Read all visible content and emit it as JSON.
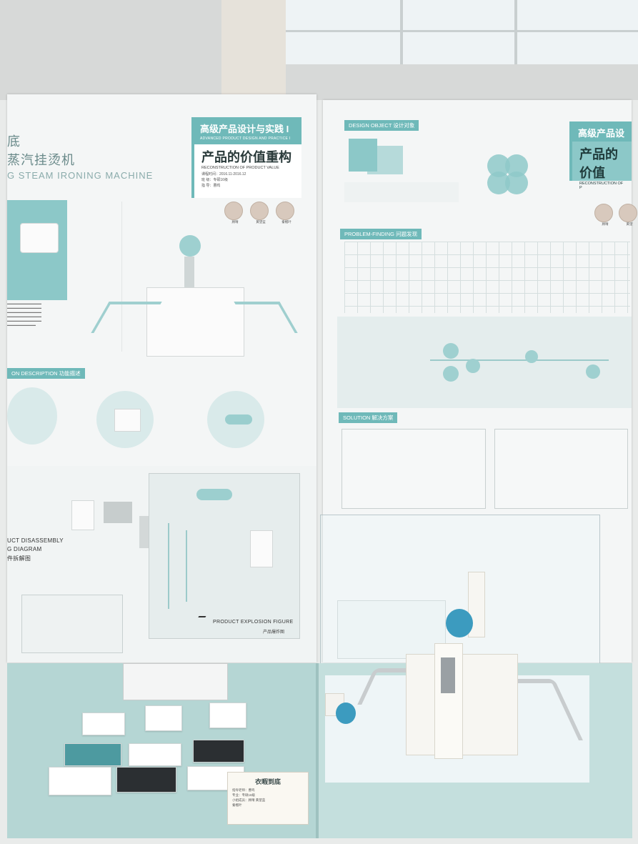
{
  "left_board": {
    "title_cn": "高级产品设计与实践 I",
    "title_en": "ADVANCED PRODUCT DESIGN AND PRACTICE I",
    "subtitle_cn": "产品的价值重构",
    "subtitle_en": "RECONSTRUCTION OF PRODUCT VALUE",
    "info_lines": [
      "课程时间：2016.11-2016.12",
      "班    级：专硕16级",
      "指    导：曹鸣"
    ],
    "team": [
      "顾晴",
      "黄望蓝",
      "秦榴叶"
    ],
    "product_name_cn_1": "底",
    "product_name_cn_2": "蒸汽挂烫机",
    "product_name_en": "G STEAM IRONING MACHINE",
    "section_function": "ON DESCRIPTION 功能描述",
    "disassembly_line1": "UCT DISASSEMBLY",
    "disassembly_line2": "G DIAGRAM",
    "disassembly_cn": "件拆解图",
    "explosion_en": "PRODUCT EXPLOSION FIGURE",
    "explosion_cn": "产品爆炸图"
  },
  "right_board": {
    "section_design_object": "DESIGN OBJECT 设计对象",
    "section_problem": "PROBLEM-FINDING 问题发现",
    "section_solution": "SOLUTION 解决方案",
    "title_cn_partial": "高级产品设计",
    "subtitle_cn_partial": "产品的价值",
    "subtitle_en_partial": "RECONSTRUCTION OF P",
    "team_partial": [
      "顾晴",
      "黄望"
    ]
  },
  "stand_card": {
    "title": "衣暇到底",
    "lines": [
      "指导老师：曹鸣",
      "专业：专硕16级",
      "小组成员：顾晴 黄望蓝",
      "秦榴叶"
    ]
  }
}
